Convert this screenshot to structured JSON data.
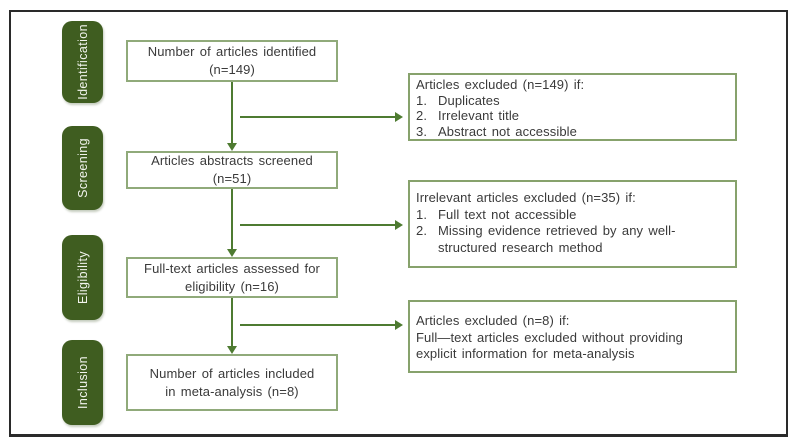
{
  "diagram_type": "prisma-flowchart",
  "stages": [
    {
      "label": "Identification"
    },
    {
      "label": "Screening"
    },
    {
      "label": "Eligibility"
    },
    {
      "label": "Inclusion"
    }
  ],
  "flow_boxes": [
    {
      "line1": "Number of articles identified",
      "line2": "(n=149)"
    },
    {
      "line1": "Articles abstracts screened",
      "line2": "(n=51)"
    },
    {
      "line1": "Full-text articles assessed for",
      "line2": "eligibility (n=16)"
    },
    {
      "line1": "Number of articles included",
      "line2": "in meta-analysis (n=8)"
    }
  ],
  "exclusions": [
    {
      "title": "Articles excluded (n=149) if:",
      "items": [
        {
          "num": "1.",
          "text": "Duplicates"
        },
        {
          "num": "2.",
          "text": "Irrelevant title"
        },
        {
          "num": "3.",
          "text": "Abstract not accessible"
        }
      ]
    },
    {
      "title": "Irrelevant articles excluded (n=35) if:",
      "items": [
        {
          "num": "1.",
          "text": "Full text not accessible"
        },
        {
          "num": "2.",
          "text": "Missing evidence retrieved by any well-structured research method"
        }
      ]
    },
    {
      "title": "Articles excluded (n=8) if:",
      "body": "Full—text articles excluded without providing explicit information for meta-analysis"
    }
  ],
  "colors": {
    "green-dark": "#3f5d20",
    "green-arrow": "#4e7b31",
    "border-flow": "#90aa7a",
    "border-excl": "#87a26c",
    "ink": "#3a3a3a",
    "frame": "#2a2a2a",
    "stage-text": "#f2f4ee"
  }
}
